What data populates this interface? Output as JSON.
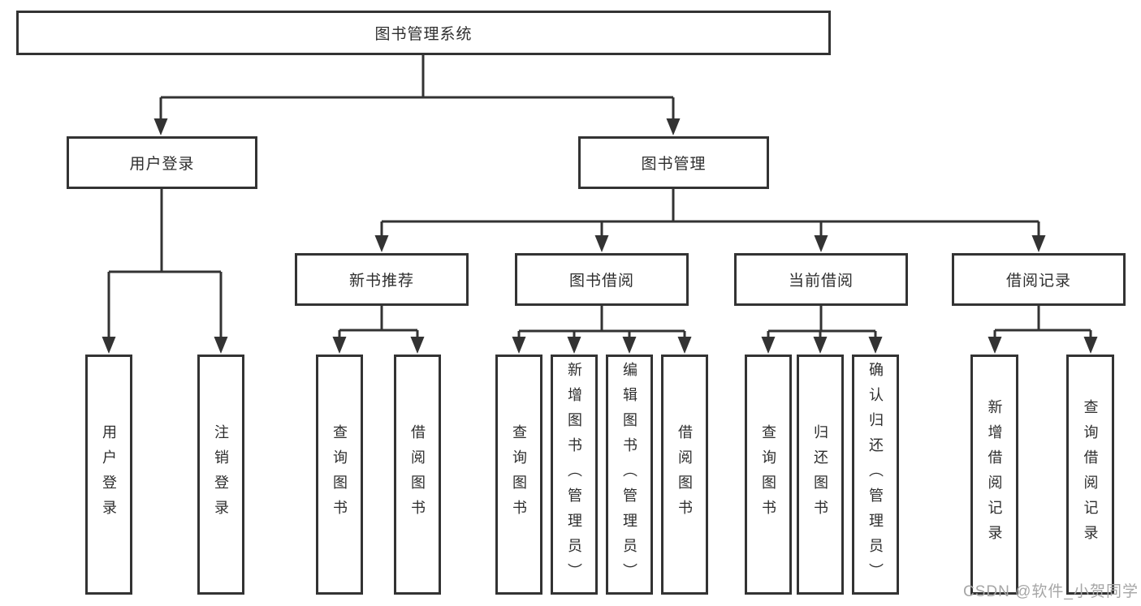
{
  "diagram": {
    "root": {
      "label": "图书管理系统"
    },
    "branches": [
      {
        "label": "用户登录",
        "children": [
          {
            "label": "用户登录"
          },
          {
            "label": "注销登录"
          }
        ]
      },
      {
        "label": "图书管理",
        "children": [
          {
            "label": "新书推荐",
            "children": [
              {
                "label": "查询图书"
              },
              {
                "label": "借阅图书"
              }
            ]
          },
          {
            "label": "图书借阅",
            "children": [
              {
                "label": "查询图书"
              },
              {
                "label": "新增图书（管理员）"
              },
              {
                "label": "编辑图书（管理员）"
              },
              {
                "label": "借阅图书"
              }
            ]
          },
          {
            "label": "当前借阅",
            "children": [
              {
                "label": "查询图书"
              },
              {
                "label": "归还图书"
              },
              {
                "label": "确认归还（管理员）"
              }
            ]
          },
          {
            "label": "借阅记录",
            "children": [
              {
                "label": "新增借阅记录"
              },
              {
                "label": "查询借阅记录"
              }
            ]
          }
        ]
      }
    ]
  },
  "watermark": {
    "text": "CSDN @软件_小贺同学"
  },
  "colors": {
    "line": "#333333",
    "box_border": "#333333",
    "text": "#2e2e2e",
    "watermark": "#a6a6a6",
    "background": "#ffffff"
  }
}
